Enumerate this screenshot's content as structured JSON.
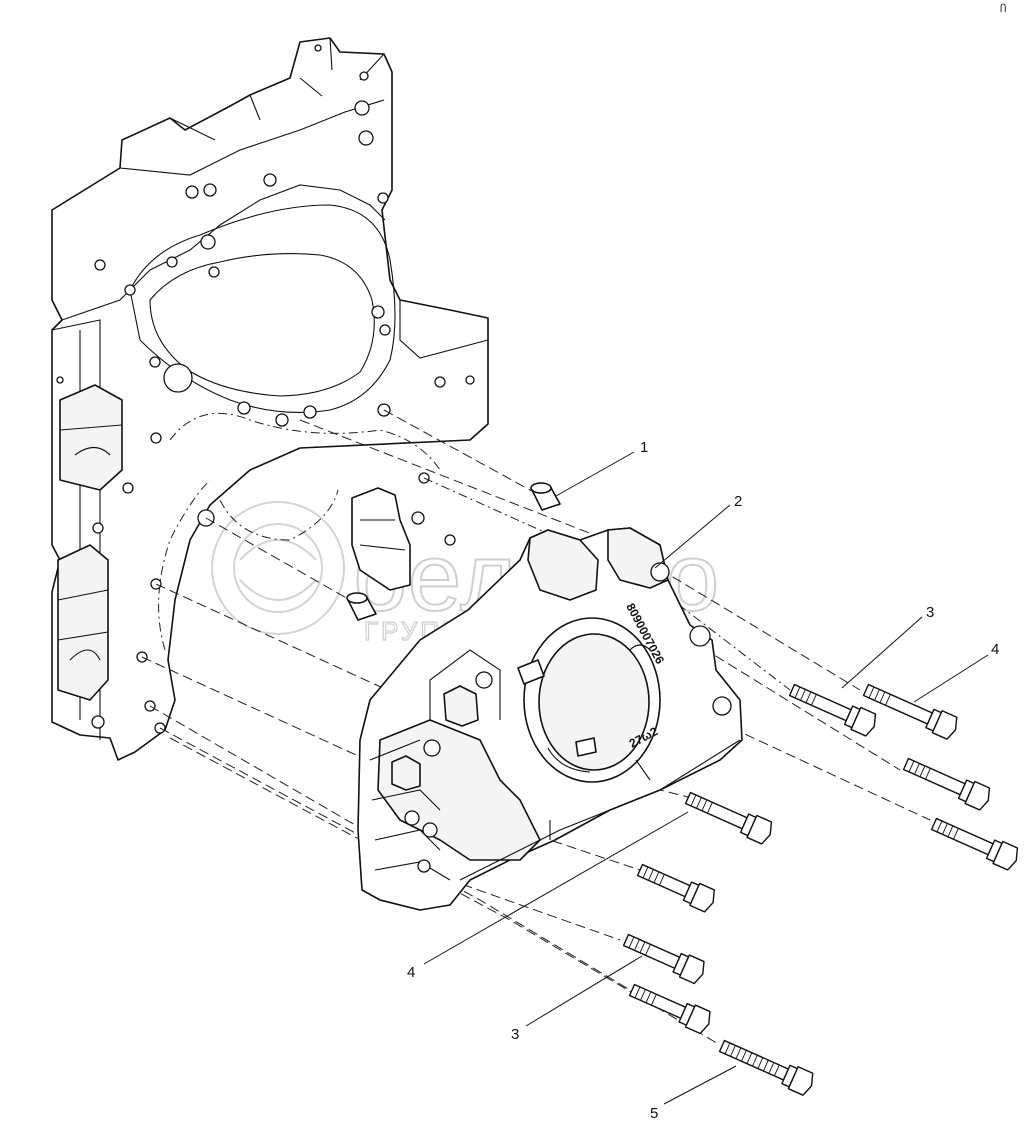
{
  "watermark": {
    "brand": "белагро",
    "subtitle": "ГРУППА КОМПАНИЙ"
  },
  "stamps": {
    "part_number": "8090007026",
    "casting_mark": "27ω2"
  },
  "callouts": [
    {
      "id": "c1a",
      "label": "1"
    },
    {
      "id": "c2a",
      "label": "2"
    },
    {
      "id": "c3a",
      "label": "3"
    },
    {
      "id": "c4a",
      "label": "4"
    },
    {
      "id": "c4b",
      "label": "4"
    },
    {
      "id": "c3b",
      "label": "3"
    },
    {
      "id": "c5a",
      "label": "5"
    }
  ],
  "corner_mark": "Ⴖ"
}
